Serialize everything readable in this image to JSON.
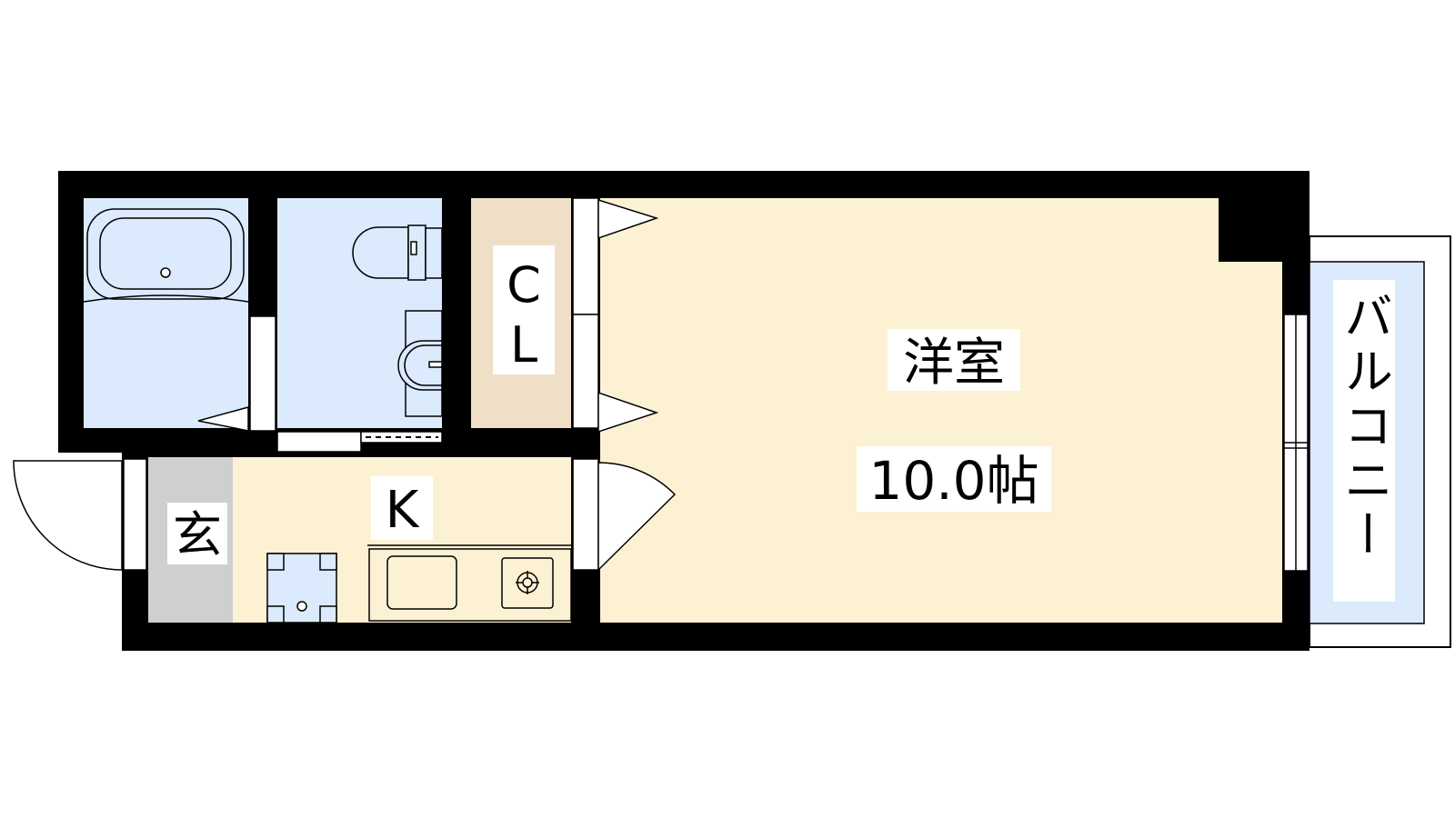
{
  "rooms": {
    "western_room": {
      "name": "洋室",
      "size": "10.0帖"
    },
    "kitchen": {
      "name": "K"
    },
    "entrance": {
      "name": "玄"
    },
    "closet": {
      "line1": "C",
      "line2": "L"
    },
    "balcony": {
      "name": "バルコニー"
    }
  },
  "colors": {
    "wall": "#000000",
    "western_room": "#fdf1d3",
    "kitchen": "#fdf1d3",
    "bath": "#dbeafc",
    "toilet": "#dbeafc",
    "closet": "#efdfc7",
    "entrance": "#cfcfcf",
    "balcony": "#dbeafc",
    "fixture_stroke": "#000000"
  }
}
